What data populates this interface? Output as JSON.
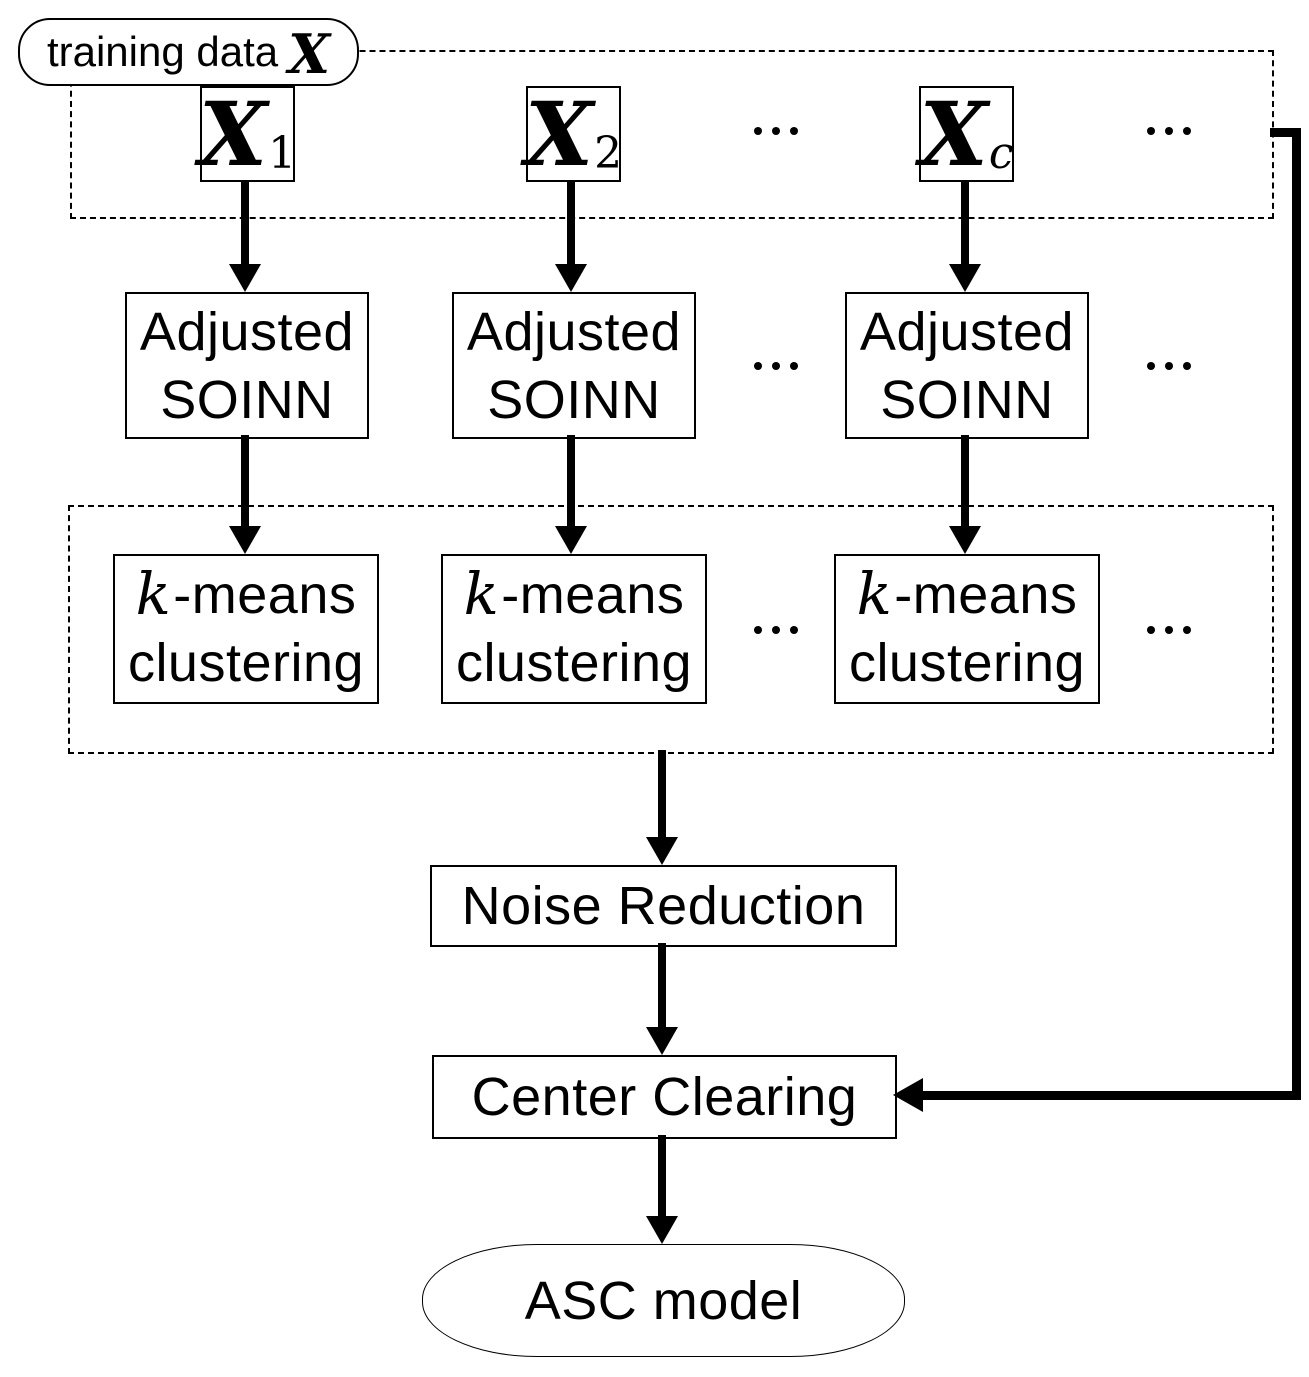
{
  "colors": {
    "ink": "#000000",
    "paper": "#ffffff"
  },
  "badge": {
    "label": "training data",
    "symbol": "X"
  },
  "partitions": [
    {
      "symbol": "X",
      "subscript": "1"
    },
    {
      "symbol": "X",
      "subscript": "2"
    },
    {
      "symbol": "X",
      "subscript": "c"
    }
  ],
  "soinn": {
    "line1": "Adjusted",
    "line2": "SOINN"
  },
  "kmeans": {
    "k": "k",
    "suffix": "-means",
    "line2": "clustering"
  },
  "nodes": {
    "noise_reduction": "Noise Reduction",
    "center_clearing": "Center Clearing",
    "asc_model": "ASC model"
  },
  "ellipsis": "..."
}
